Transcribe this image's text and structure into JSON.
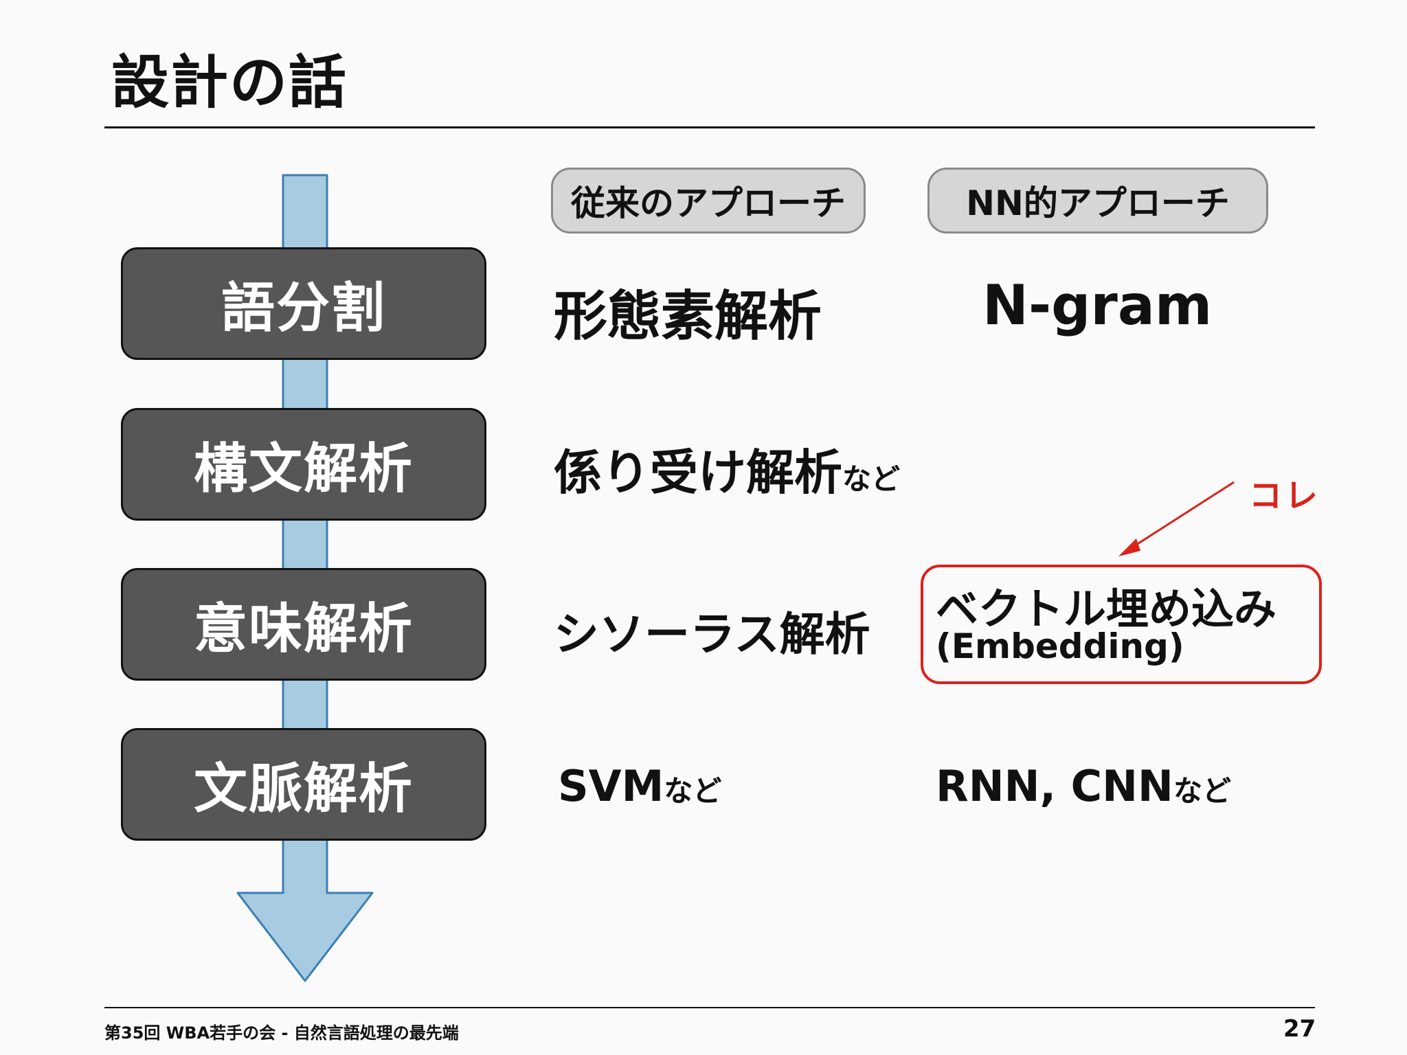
{
  "slide": {
    "title": "設計の話",
    "footer": "第35回 WBA若手の会 - 自然言語処理の最先端",
    "page_number": "27"
  },
  "approaches": {
    "traditional": "従来のアプローチ",
    "nn": "NN的アプローチ"
  },
  "stages": [
    {
      "label": "語分割",
      "traditional": "形態素解析",
      "traditional_suffix": "",
      "nn": "N-gram",
      "nn_suffix": ""
    },
    {
      "label": "構文解析",
      "traditional": "係り受け解析",
      "traditional_suffix": "など",
      "nn": "",
      "nn_suffix": ""
    },
    {
      "label": "意味解析",
      "traditional": "シソーラス解析",
      "traditional_suffix": "",
      "nn": "ベクトル埋め込み",
      "nn_sub": "(Embedding)"
    },
    {
      "label": "文脈解析",
      "traditional": "SVM",
      "traditional_suffix": "など",
      "nn": "RNN, CNN",
      "nn_suffix": "など"
    }
  ],
  "callout": {
    "text": "コレ",
    "color": "#d9231b"
  },
  "colors": {
    "stage_fill": "#565656",
    "flow_arrow_fill": "#a7cbe0",
    "flow_arrow_stroke": "#3a7fb5",
    "approach_fill": "#d6d6d6"
  }
}
